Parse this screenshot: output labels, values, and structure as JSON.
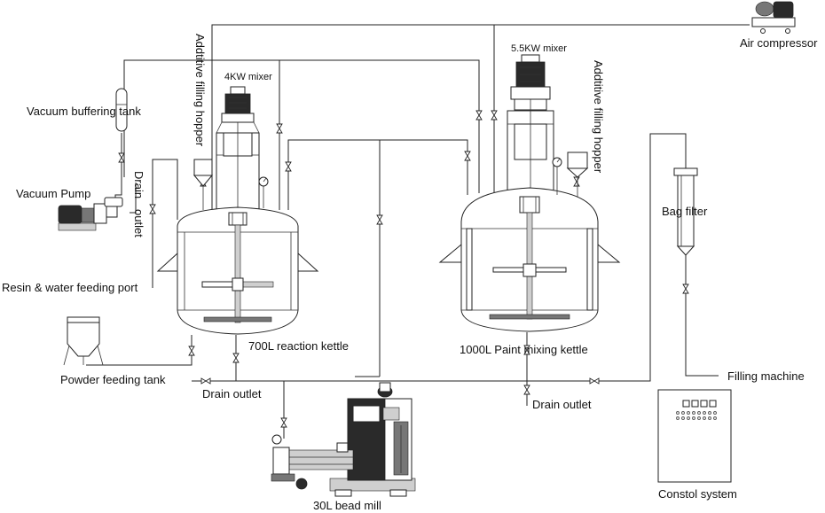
{
  "labels": {
    "air_compressor": "Air compressor",
    "vacuum_buffering_tank": "Vacuum buffering tank",
    "vacuum_pump": "Vacuum Pump",
    "drain_outlet_vertical_1": "Drain",
    "drain_outlet_vertical_2": "outlet",
    "resin_water_port": "Resin & water feeding port",
    "powder_feeding_tank": "Powder feeding tank",
    "additive_hopper_left": "Addtitive filling hopper",
    "additive_hopper_right": "Addtitive filling hopper",
    "mixer_4kw": "4KW mixer",
    "mixer_5_5kw": "5.5KW mixer",
    "reaction_kettle": "700L reaction kettle",
    "paint_mixing_kettle": "1000L Paint mixing kettle",
    "bag_filter": "Bag filter",
    "filling_machine": "Filling machine",
    "drain_outlet_bottom_left": "Drain outlet",
    "drain_outlet_bottom_right": "Drain outlet",
    "bead_mill": "30L bead mill",
    "control_system": "Constol system"
  }
}
